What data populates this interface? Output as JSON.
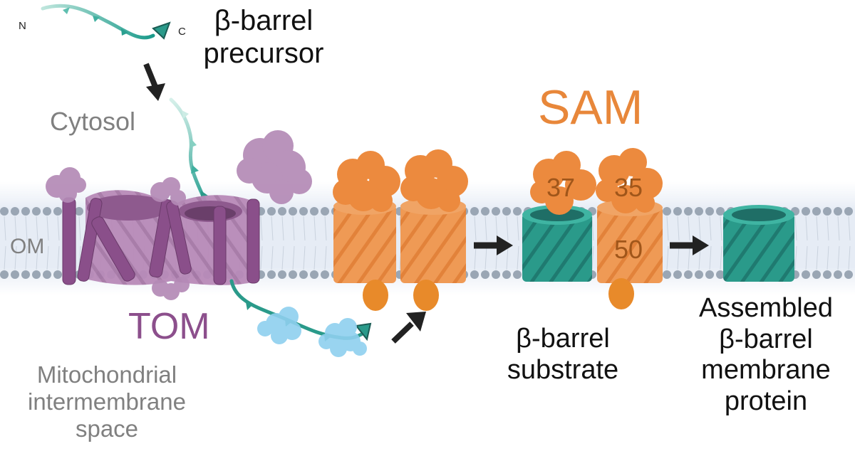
{
  "labels": {
    "n_terminus": "N",
    "c_terminus": "C",
    "precursor_line1": "β-barrel",
    "precursor_line2": "precursor",
    "cytosol": "Cytosol",
    "om": "OM",
    "tom": "TOM",
    "ims_line1": "Mitochondrial",
    "ims_line2": "intermembrane",
    "ims_line3": "space",
    "sam": "SAM",
    "sub37": "37",
    "sub35": "35",
    "sub50": "50",
    "substrate_line1": "β-barrel",
    "substrate_line2": "substrate",
    "assembled_line1": "Assembled",
    "assembled_line2": "β-barrel",
    "assembled_line3": "membrane",
    "assembled_line4": "protein"
  },
  "colors": {
    "tom": "#8c5a8c",
    "tom_light": "#b68ab6",
    "sam": "#e8873a",
    "sam_light": "#f0a060",
    "barrel": "#2a9a8a",
    "membrane_dots": "#9aa6b4",
    "chaperone": "#8fd0ef",
    "text_gray": "#808080",
    "sam_text": "#e8873a",
    "tom_text": "#8c4f8c",
    "sub_text": "#a0561a"
  }
}
